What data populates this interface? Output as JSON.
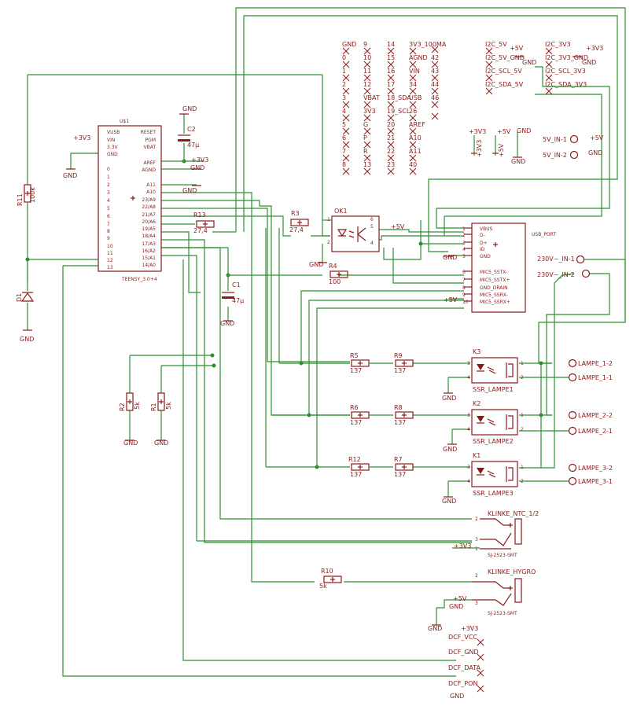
{
  "teensy": {
    "name": "U$1",
    "value": "TEENSY_3.0+4",
    "pins_left": [
      "VUSB",
      "VIN",
      "3.3V",
      "GND",
      "0",
      "1",
      "2",
      "3",
      "4",
      "5",
      "6",
      "7",
      "8",
      "9",
      "10",
      "11",
      "12",
      "13"
    ],
    "pins_right": [
      "RESET",
      "PGM",
      "VBAT",
      "AREF",
      "AGND",
      "A11",
      "A10",
      "23/A9",
      "22/A8",
      "21/A7",
      "20/A6",
      "19/A5",
      "18/A4",
      "17/A3",
      "16/A2",
      "15/A1",
      "14/A0"
    ]
  },
  "labels": {
    "gnd": "GND",
    "v3": "+3V3",
    "v5": "+5V",
    "c2_name": "C2",
    "c2_val": "47µ",
    "c1_name": "C1",
    "c1_val": "47µ",
    "r11_name": "R11",
    "r11_val": "100k",
    "d1": "D1",
    "r13_name": "R13",
    "r13_val": "27,4",
    "r3_name": "R3",
    "r3_val": "27,4",
    "r4_name": "R4",
    "r4_val": "100",
    "ok1": "OK1",
    "r1_name": "R1",
    "r1_val": "5k",
    "r2_name": "R2",
    "r2_val": "5k",
    "r5_name": "R5",
    "r5_val": "137",
    "r9_name": "R9",
    "r9_val": "137",
    "r6_name": "R6",
    "r6_val": "137",
    "r8_name": "R8",
    "r8_val": "137",
    "r12_name": "R12",
    "r12_val": "137",
    "r7_name": "R7",
    "r7_val": "137",
    "r10_name": "R10",
    "r10_val": "5k",
    "k3": "K3",
    "k2": "K2",
    "k1": "K1",
    "ssr1": "SSR_LAMPE1",
    "ssr2": "SSR_LAMPE2",
    "ssr3": "SSR_LAMPE3",
    "klinke1": "KLINKE_NTC_1/2",
    "klinke2": "KLINKE_HYGRO",
    "sj": "SJ-2523-SMT",
    "usb_pins": [
      "VBUS",
      "D-",
      "D+",
      "ID",
      "GND"
    ],
    "usb_pins2": [
      "MIC5_SSTX-",
      "MIC5_SSTX+",
      "GND_DRAIN",
      "MIC5_SSRX-",
      "MIC5_SSRX+"
    ],
    "usb_title": "USB_PORT"
  },
  "pads": {
    "grid_col1": [
      "GND",
      "0",
      "1",
      "2",
      "3",
      "4",
      "5",
      "6",
      "7",
      "8"
    ],
    "grid_col2": [
      "9",
      "10",
      "11",
      "12",
      "VBAT",
      "3V3",
      "G",
      "P",
      "R",
      "13"
    ],
    "grid_col3": [
      "14",
      "15",
      "16",
      "17",
      "18_SDA",
      "19_SCL",
      "20",
      "21",
      "22",
      "23"
    ],
    "grid_col4": [
      "3V3_100MA",
      "AGND",
      "VIN",
      "34",
      "USB",
      "26",
      "AREF",
      "A10",
      "A11",
      "40"
    ],
    "grid_col5": [
      "42",
      "43",
      "44",
      "46"
    ],
    "i2c_left": [
      "I2C_5V",
      "I2C_5V_GND",
      "I2C_SCL_5V",
      "I2C_SDA_5V"
    ],
    "i2c_right": [
      "I2C_3V3",
      "I2C_3V3_GND",
      "I2C_SCL_3V3",
      "I2C_SDA_3V3"
    ],
    "v5_in": [
      "5V_IN-1",
      "5V_IN-2"
    ],
    "v230_in": [
      "230V~_IN-1",
      "230V~_IN-2"
    ],
    "lampen": [
      "LAMPE_1-2",
      "LAMPE_1-1",
      "LAMPE_2-2",
      "LAMPE_2-1",
      "LAMPE_3-2",
      "LAMPE_3-1"
    ],
    "dcf": [
      "DCF_VCC",
      "DCF_GND",
      "DCF_DATA",
      "DCF_PON"
    ]
  }
}
